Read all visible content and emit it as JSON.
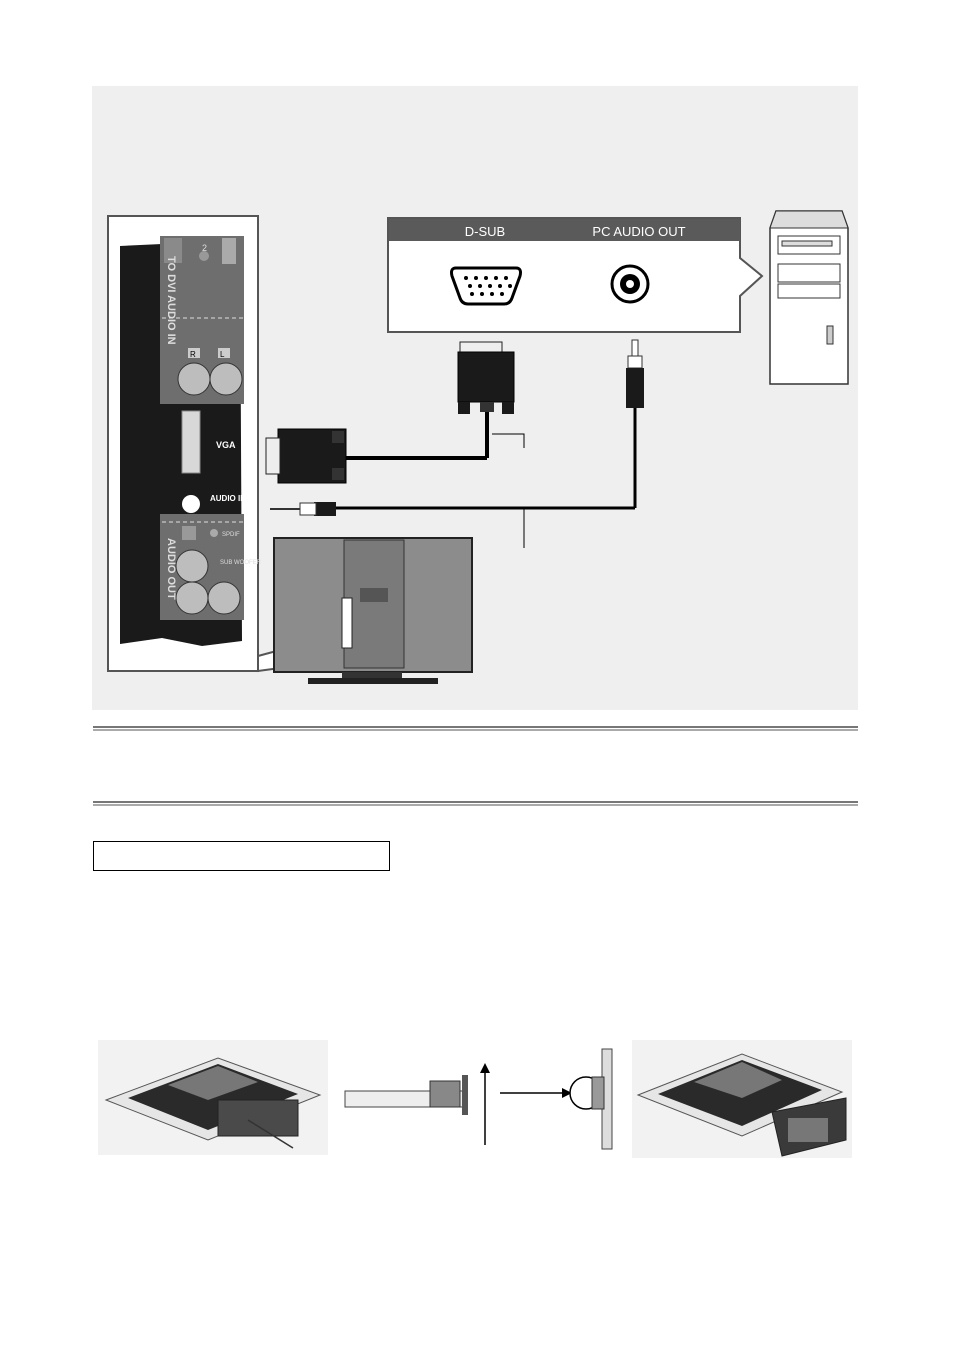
{
  "connection_section": {
    "title": "",
    "tv_panel": {
      "labels": {
        "hdmi_dvi_audio": "TO DVI AUDIO IN",
        "r": "R",
        "l": "L",
        "vga": "VGA",
        "audio_in": "AUDIO IN",
        "spdif": "SPDIF",
        "audio_out": "AUDIO OUT",
        "sub_woofer": "SUB WOOFER",
        "hdmi_num": "2"
      }
    },
    "pc_panel": {
      "dsub_label": "D-SUB",
      "pc_audio_out_label": "PC AUDIO OUT"
    }
  },
  "note_section": {
    "text": ""
  },
  "stand_section": {
    "title": ""
  },
  "colors": {
    "panel_dark": "#1a1a1a",
    "panel_header": "#5a5a5a",
    "figure_bg": "#efefef",
    "tv_body": "#8c8c8c"
  }
}
